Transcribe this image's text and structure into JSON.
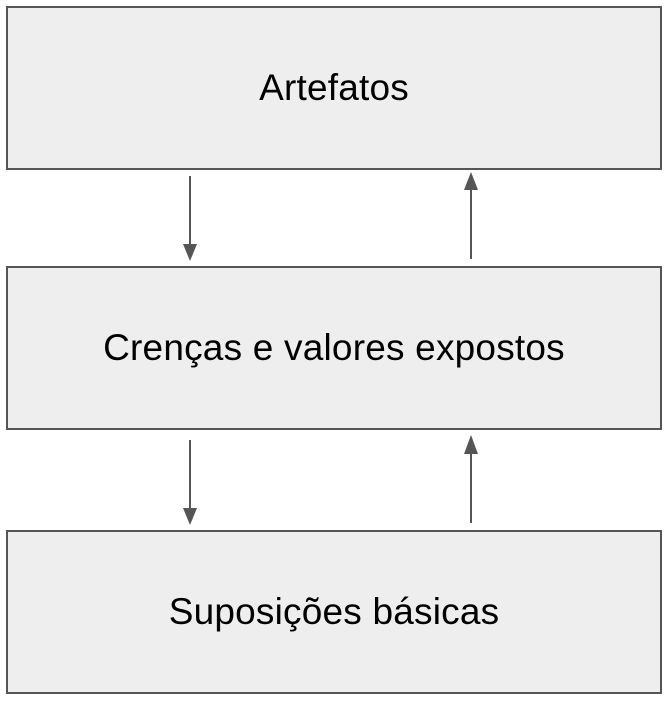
{
  "diagram": {
    "levels": [
      {
        "id": "artefatos",
        "label": "Artefatos"
      },
      {
        "id": "crencas",
        "label": "Crenças e valores expostos"
      },
      {
        "id": "suposicoes",
        "label": "Suposições básicas"
      }
    ],
    "colors": {
      "box_fill": "#eeeeee",
      "box_border": "#555555",
      "arrow": "#555555",
      "text": "#000000"
    }
  }
}
